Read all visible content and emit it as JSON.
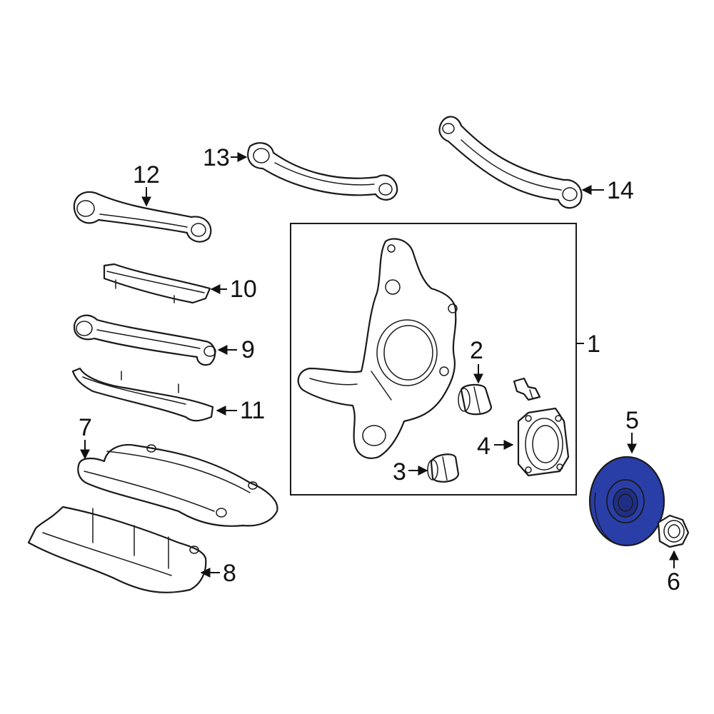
{
  "diagram": {
    "labels": {
      "p1": "1",
      "p2": "2",
      "p3": "3",
      "p4": "4",
      "p5": "5",
      "p6": "6",
      "p7": "7",
      "p8": "8",
      "p9": "9",
      "p10": "10",
      "p11": "11",
      "p12": "12",
      "p13": "13",
      "p14": "14"
    },
    "highlight_color": "#2a3ea8",
    "line_color": "#1a1a1a"
  }
}
